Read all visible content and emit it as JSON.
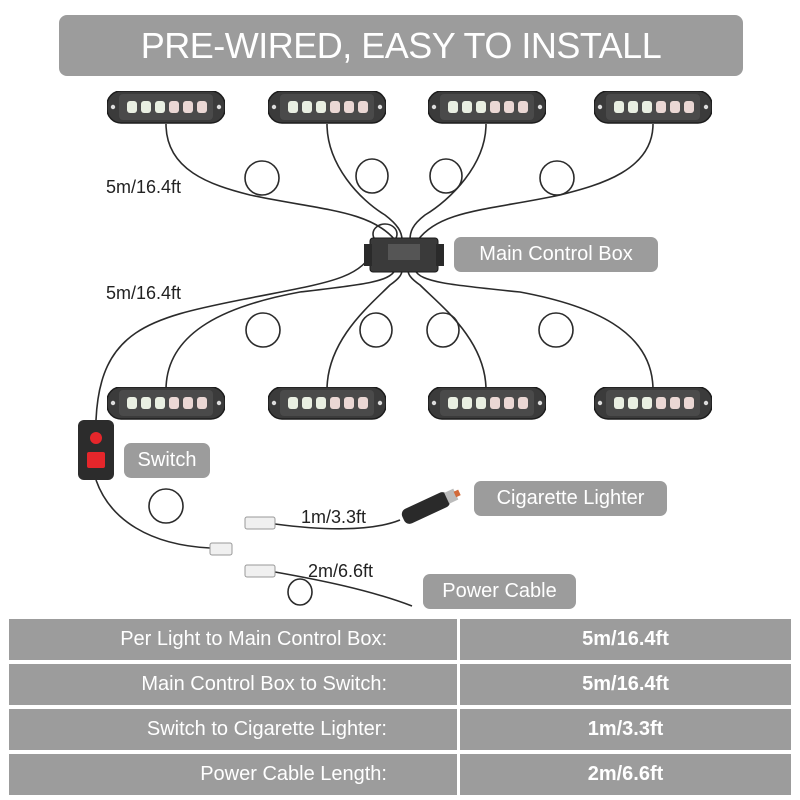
{
  "title": "PRE-WIRED, EASY TO INSTALL",
  "labels": {
    "main_control_box": "Main Control Box",
    "switch": "Switch",
    "cigarette_lighter": "Cigarette Lighter",
    "power_cable": "Power Cable"
  },
  "dimensions": {
    "light_cable": "5m/16.4ft",
    "box_to_switch": "5m/16.4ft",
    "switch_to_lighter": "1m/3.3ft",
    "power_cable": "2m/6.6ft"
  },
  "light_count": 8,
  "specs": [
    {
      "label": "Per Light to Main Control Box:",
      "value": "5m/16.4ft"
    },
    {
      "label": "Main Control Box to Switch:",
      "value": "5m/16.4ft"
    },
    {
      "label": "Switch to Cigarette Lighter:",
      "value": "1m/3.3ft"
    },
    {
      "label": "Power Cable Length:",
      "value": "2m/6.6ft"
    }
  ],
  "colors": {
    "banner": "#9c9c9c",
    "switch_red": "#e5262b"
  }
}
